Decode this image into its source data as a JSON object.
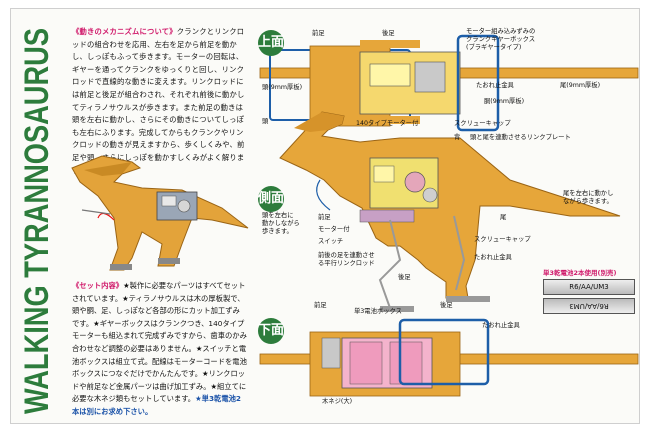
{
  "title": "WALKING TYRANNOSAURUS",
  "intro": {
    "heading": "《動きのメカニズムについて》",
    "body": "クランクとリンクロッドの組合わせを応用、左右を足から前足を動かし、しっぽもふって歩きます。モーターの回転は、ギヤーを通ってクランクをゆっくりと回し、リンクロッドで直線的な動きに変えます。リンクロッドには前足と後足が組合わされ、それぞれ前後に動かしてティラノサウルスが歩きます。また前足の動きは頭を左右に動かし、さらにその動きについてしっぽも左右にふります。完成してからもクランクやリンクロッドの動きが見えますから、歩くしくみや、前足や頭、さらにしっぽを動かすしくみがよく解ります。"
  },
  "contents": {
    "heading": "《セット内容》",
    "body": "★製作に必要なパーツはすべてセットされています。★ティラノサウルスは木の厚板製で、頭や胴、足、しっぽなど各部の形にカット加工ずみです。★ギヤーボックスはクランクつき、140タイプモーターも組込まれて完成ずみですから、歯車のかみ合わせなど調整の必要はありません。★スイッチと電池ボックスは組立て式。配線はモーターコードを電池ボックスにつなぐだけでかんたんです。★リンクロッドや前足など金属パーツは曲げ加工ずみ。★組立てに必要な木ネジ類もセットしています。",
    "note": "★単3乾電池2本は別にお求め下さい。"
  },
  "views": {
    "top": "上面",
    "side": "側面",
    "bottom": "下面"
  },
  "top_labels": {
    "front_leg": "前足",
    "hind_leg": "後足",
    "gearbox": "モーター組み込みずみの\nクランクギヤーボックス\n(ブラギヤータイプ)",
    "head_thick": "頭(9mm厚板)",
    "stopper": "たおれ止金具",
    "tail_thick": "尾(9mm厚板)",
    "body_thick": "胴(9mm厚板)"
  },
  "side_labels": {
    "head": "頭",
    "motor": "140タイプモーター付",
    "screw_cap": "スクリューキャップ",
    "back": "背",
    "link_plate": "頭と尾を連動させるリンクプレート",
    "head_note": "頭を左右に\n動かしながら\n歩きます。",
    "front_leg": "前足",
    "motor_with": "モーター付",
    "switch": "スイッチ",
    "tail": "尾",
    "tail_note": "尾を左右に動かし\nながら歩きます。",
    "screw_cap2": "スクリューキャップ",
    "link_rod": "前後の足を連動させ\nる平行リンクロッド",
    "hind_leg": "後足",
    "stopper": "たおれ止金具"
  },
  "battery": {
    "note": "単3乾電池2本使用(別売)",
    "cell1": "R6/AA/UM3",
    "cell2": "R6/AA/UM3"
  },
  "bottom_labels": {
    "front_leg": "前足",
    "battery_box": "単3電池ボックス",
    "hind_leg": "後足",
    "stopper": "たおれ止金具",
    "wood_screw": "木ネジ(大)"
  },
  "colors": {
    "title_green": "#2d7c3c",
    "wood": "#e6a63a",
    "wood_dark": "#b37418",
    "accent": "#d0196a",
    "note_blue": "#1a52a8"
  }
}
